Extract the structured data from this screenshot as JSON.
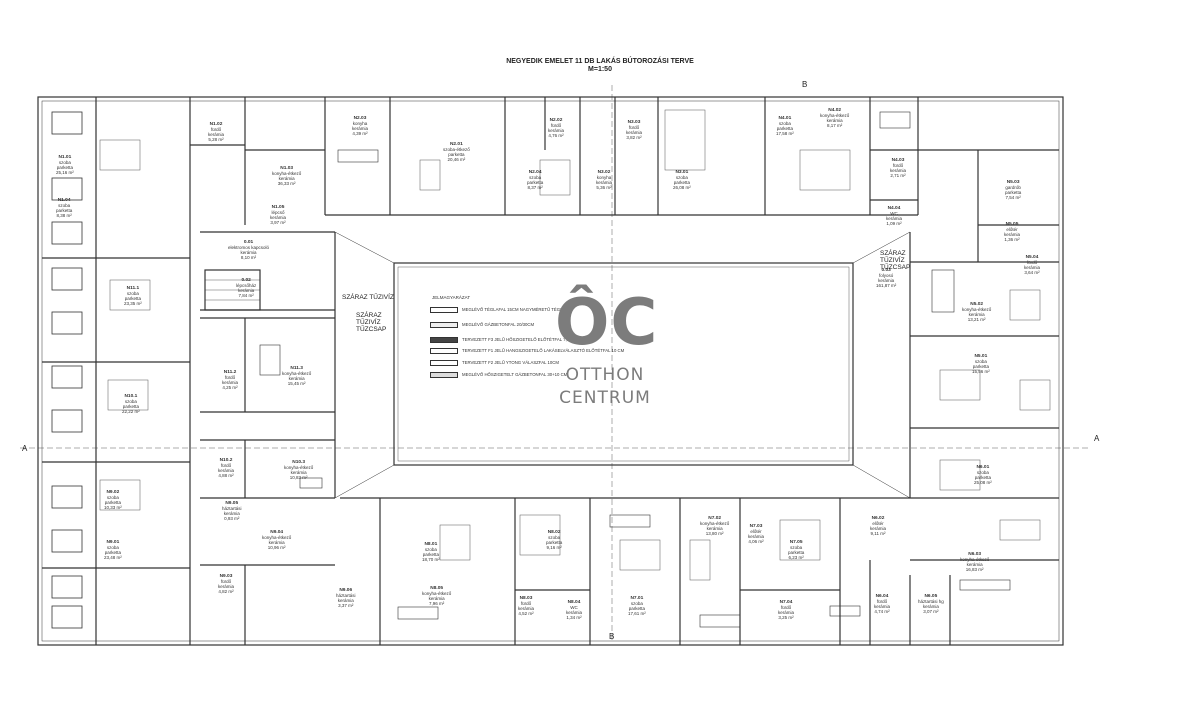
{
  "plan": {
    "title": "NEGYEDIK EMELET 11 DB LAKÁS BÚTOROZÁSI TERVE",
    "scale": "M=1:50",
    "axis_labels": {
      "a_left": "A",
      "a_right": "A",
      "b_top": "B",
      "b_bottom": "B"
    },
    "fire_tap_labels": [
      "SZÁRAZ TŰZIVÍZ",
      "SZÁRAZ TŰZIVÍZ TŰZCSAP",
      "SZÁRAZ TŰZIVÍZ TŰZCSAP"
    ]
  },
  "legend": {
    "title": "JELMAGYARÁZAT",
    "items": [
      "MEGLÉVŐ TÉGLAFAL 15CM NAGYMÉRETŰ TÉGLA",
      "MEGLÉVŐ GÁZBETONFAL 20/30CM",
      "TERVEZETT F3 JELŰ HŐSZIGETELŐ ELŐTÉTFAL 7,5CM",
      "TERVEZETT F1 JELŰ HANGSZIGETELŐ LAKÁSELVÁLASZTÓ ELŐTÉTFAL 10 CM",
      "TERVEZETT F2 JELŰ YTONG VÁLASZFAL 10CM",
      "MEGLÉVŐ HŐSZIGETELT GÁZBETONFAL 30+10 CM"
    ]
  },
  "watermark": {
    "logo": "ÔC",
    "line1": "OTTHON",
    "line2": "CENTRUM"
  },
  "rooms": [
    {
      "id": "N1.01",
      "name": "szoba",
      "floor": "parketta",
      "area": "25,16 m²"
    },
    {
      "id": "N1.02",
      "name": "fürdő",
      "floor": "kerámia",
      "area": "5,28 m²"
    },
    {
      "id": "N1.03",
      "name": "konyha-étkező",
      "floor": "kerámia",
      "area": "36,33 m²"
    },
    {
      "id": "N1.04",
      "name": "szoba",
      "floor": "parketta",
      "area": "8,38 m²"
    },
    {
      "id": "N1.05",
      "name": "lépcső",
      "floor": "kerámia",
      "area": "3,97 m²"
    },
    {
      "id": "N2.01",
      "name": "szoba-étkező",
      "floor": "parketta",
      "area": "20,46 m²"
    },
    {
      "id": "N2.02",
      "name": "fürdő",
      "floor": "kerámia",
      "area": "4,76 m²"
    },
    {
      "id": "N2.03",
      "name": "konyha",
      "floor": "kerámia",
      "area": "4,39 m²"
    },
    {
      "id": "N2.04",
      "name": "szoba",
      "floor": "parketta",
      "area": "8,37 m²"
    },
    {
      "id": "N3.01",
      "name": "szoba",
      "floor": "parketta",
      "area": "26,08 m²"
    },
    {
      "id": "N3.02",
      "name": "konyha",
      "floor": "kerámia",
      "area": "5,36 m²"
    },
    {
      "id": "N3.03",
      "name": "fürdő",
      "floor": "kerámia",
      "area": "3,82 m²"
    },
    {
      "id": "N4.01",
      "name": "szoba",
      "floor": "parketta",
      "area": "17,58 m²"
    },
    {
      "id": "N4.02",
      "name": "konyha-étkező",
      "floor": "kerámia",
      "area": "8,17 m²"
    },
    {
      "id": "N4.03",
      "name": "fürdő",
      "floor": "kerámia",
      "area": "2,71 m²"
    },
    {
      "id": "N4.04",
      "name": "WC",
      "floor": "kerámia",
      "area": "1,09 m²"
    },
    {
      "id": "0.01",
      "name": "elektromos kapcsoló",
      "floor": "kerámia",
      "area": "8,10 m²"
    },
    {
      "id": "0.02",
      "name": "lépcsőház",
      "floor": "kerámia",
      "area": "7,84 m²"
    },
    {
      "id": "N11.1",
      "name": "szoba",
      "floor": "parketta",
      "area": "23,35 m²"
    },
    {
      "id": "N11.2",
      "name": "fürdő",
      "floor": "kerámia",
      "area": "4,25 m²"
    },
    {
      "id": "N11.3",
      "name": "konyha-étkező",
      "floor": "kerámia",
      "area": "15,45 m²"
    },
    {
      "id": "N10.1",
      "name": "szoba",
      "floor": "parketta",
      "area": "22,22 m²"
    },
    {
      "id": "N10.2",
      "name": "fürdő",
      "floor": "kerámia",
      "area": "4,88 m²"
    },
    {
      "id": "N10.3",
      "name": "konyha-étkező",
      "floor": "kerámia",
      "area": "10,83 m²"
    },
    {
      "id": "N9.01",
      "name": "szoba",
      "floor": "parketta",
      "area": "23,48 m²"
    },
    {
      "id": "N9.02",
      "name": "szoba",
      "floor": "parketta",
      "area": "10,33 m²"
    },
    {
      "id": "N9.03",
      "name": "fürdő",
      "floor": "kerámia",
      "area": "4,82 m²"
    },
    {
      "id": "N9.04",
      "name": "konyha-étkező",
      "floor": "kerámia",
      "area": "10,96 m²"
    },
    {
      "id": "N9.05",
      "name": "háztartási",
      "floor": "kerámia",
      "area": "0,93 m²"
    },
    {
      "id": "N9.06",
      "name": "háztartási",
      "floor": "kerámia",
      "area": "3,37 m²"
    },
    {
      "id": "N8.01",
      "name": "szoba",
      "floor": "parketta",
      "area": "18,70 m²"
    },
    {
      "id": "N8.02",
      "name": "szoba",
      "floor": "parketta",
      "area": "9,16 m²"
    },
    {
      "id": "N8.03",
      "name": "fürdő",
      "floor": "kerámia",
      "area": "4,52 m²"
    },
    {
      "id": "N8.04",
      "name": "WC",
      "floor": "kerámia",
      "area": "1,34 m²"
    },
    {
      "id": "N8.05",
      "name": "konyha-étkező",
      "floor": "kerámia",
      "area": "7,96 m²"
    },
    {
      "id": "N7.01",
      "name": "szoba",
      "floor": "parketta",
      "area": "17,61 m²"
    },
    {
      "id": "N7.02",
      "name": "konyha-étkező",
      "floor": "kerámia",
      "area": "13,80 m²"
    },
    {
      "id": "N7.03",
      "name": "előtér",
      "floor": "kerámia",
      "area": "4,06 m²"
    },
    {
      "id": "N7.04",
      "name": "fürdő",
      "floor": "kerámia",
      "area": "3,25 m²"
    },
    {
      "id": "N7.05",
      "name": "szoba",
      "floor": "parketta",
      "area": "6,23 m²"
    },
    {
      "id": "N6.01",
      "name": "szoba",
      "floor": "parketta",
      "area": "25,08 m²"
    },
    {
      "id": "N6.02",
      "name": "előtér",
      "floor": "kerámia",
      "area": "9,11 m²"
    },
    {
      "id": "N6.03",
      "name": "konyha-étkező",
      "floor": "kerámia",
      "area": "16,83 m²"
    },
    {
      "id": "N6.04",
      "name": "fürdő",
      "floor": "kerámia",
      "area": "4,74 m²"
    },
    {
      "id": "N6.05",
      "name": "háztartási hg",
      "floor": "kerámia",
      "area": "3,07 m²"
    },
    {
      "id": "N5.01",
      "name": "szoba",
      "floor": "parketta",
      "area": "15,56 m²"
    },
    {
      "id": "N5.02",
      "name": "konyha-étkező",
      "floor": "kerámia",
      "area": "13,21 m²"
    },
    {
      "id": "N5.03",
      "name": "gardrób",
      "floor": "parketta",
      "area": "7,54 m²"
    },
    {
      "id": "N5.04",
      "name": "fürdő",
      "floor": "kerámia",
      "area": "3,64 m²"
    },
    {
      "id": "N5.05",
      "name": "előtér",
      "floor": "kerámia",
      "area": "1,36 m²"
    },
    {
      "id": "0.03",
      "name": "folyosó",
      "floor": "kerámia",
      "area": "161,87 m²"
    }
  ]
}
